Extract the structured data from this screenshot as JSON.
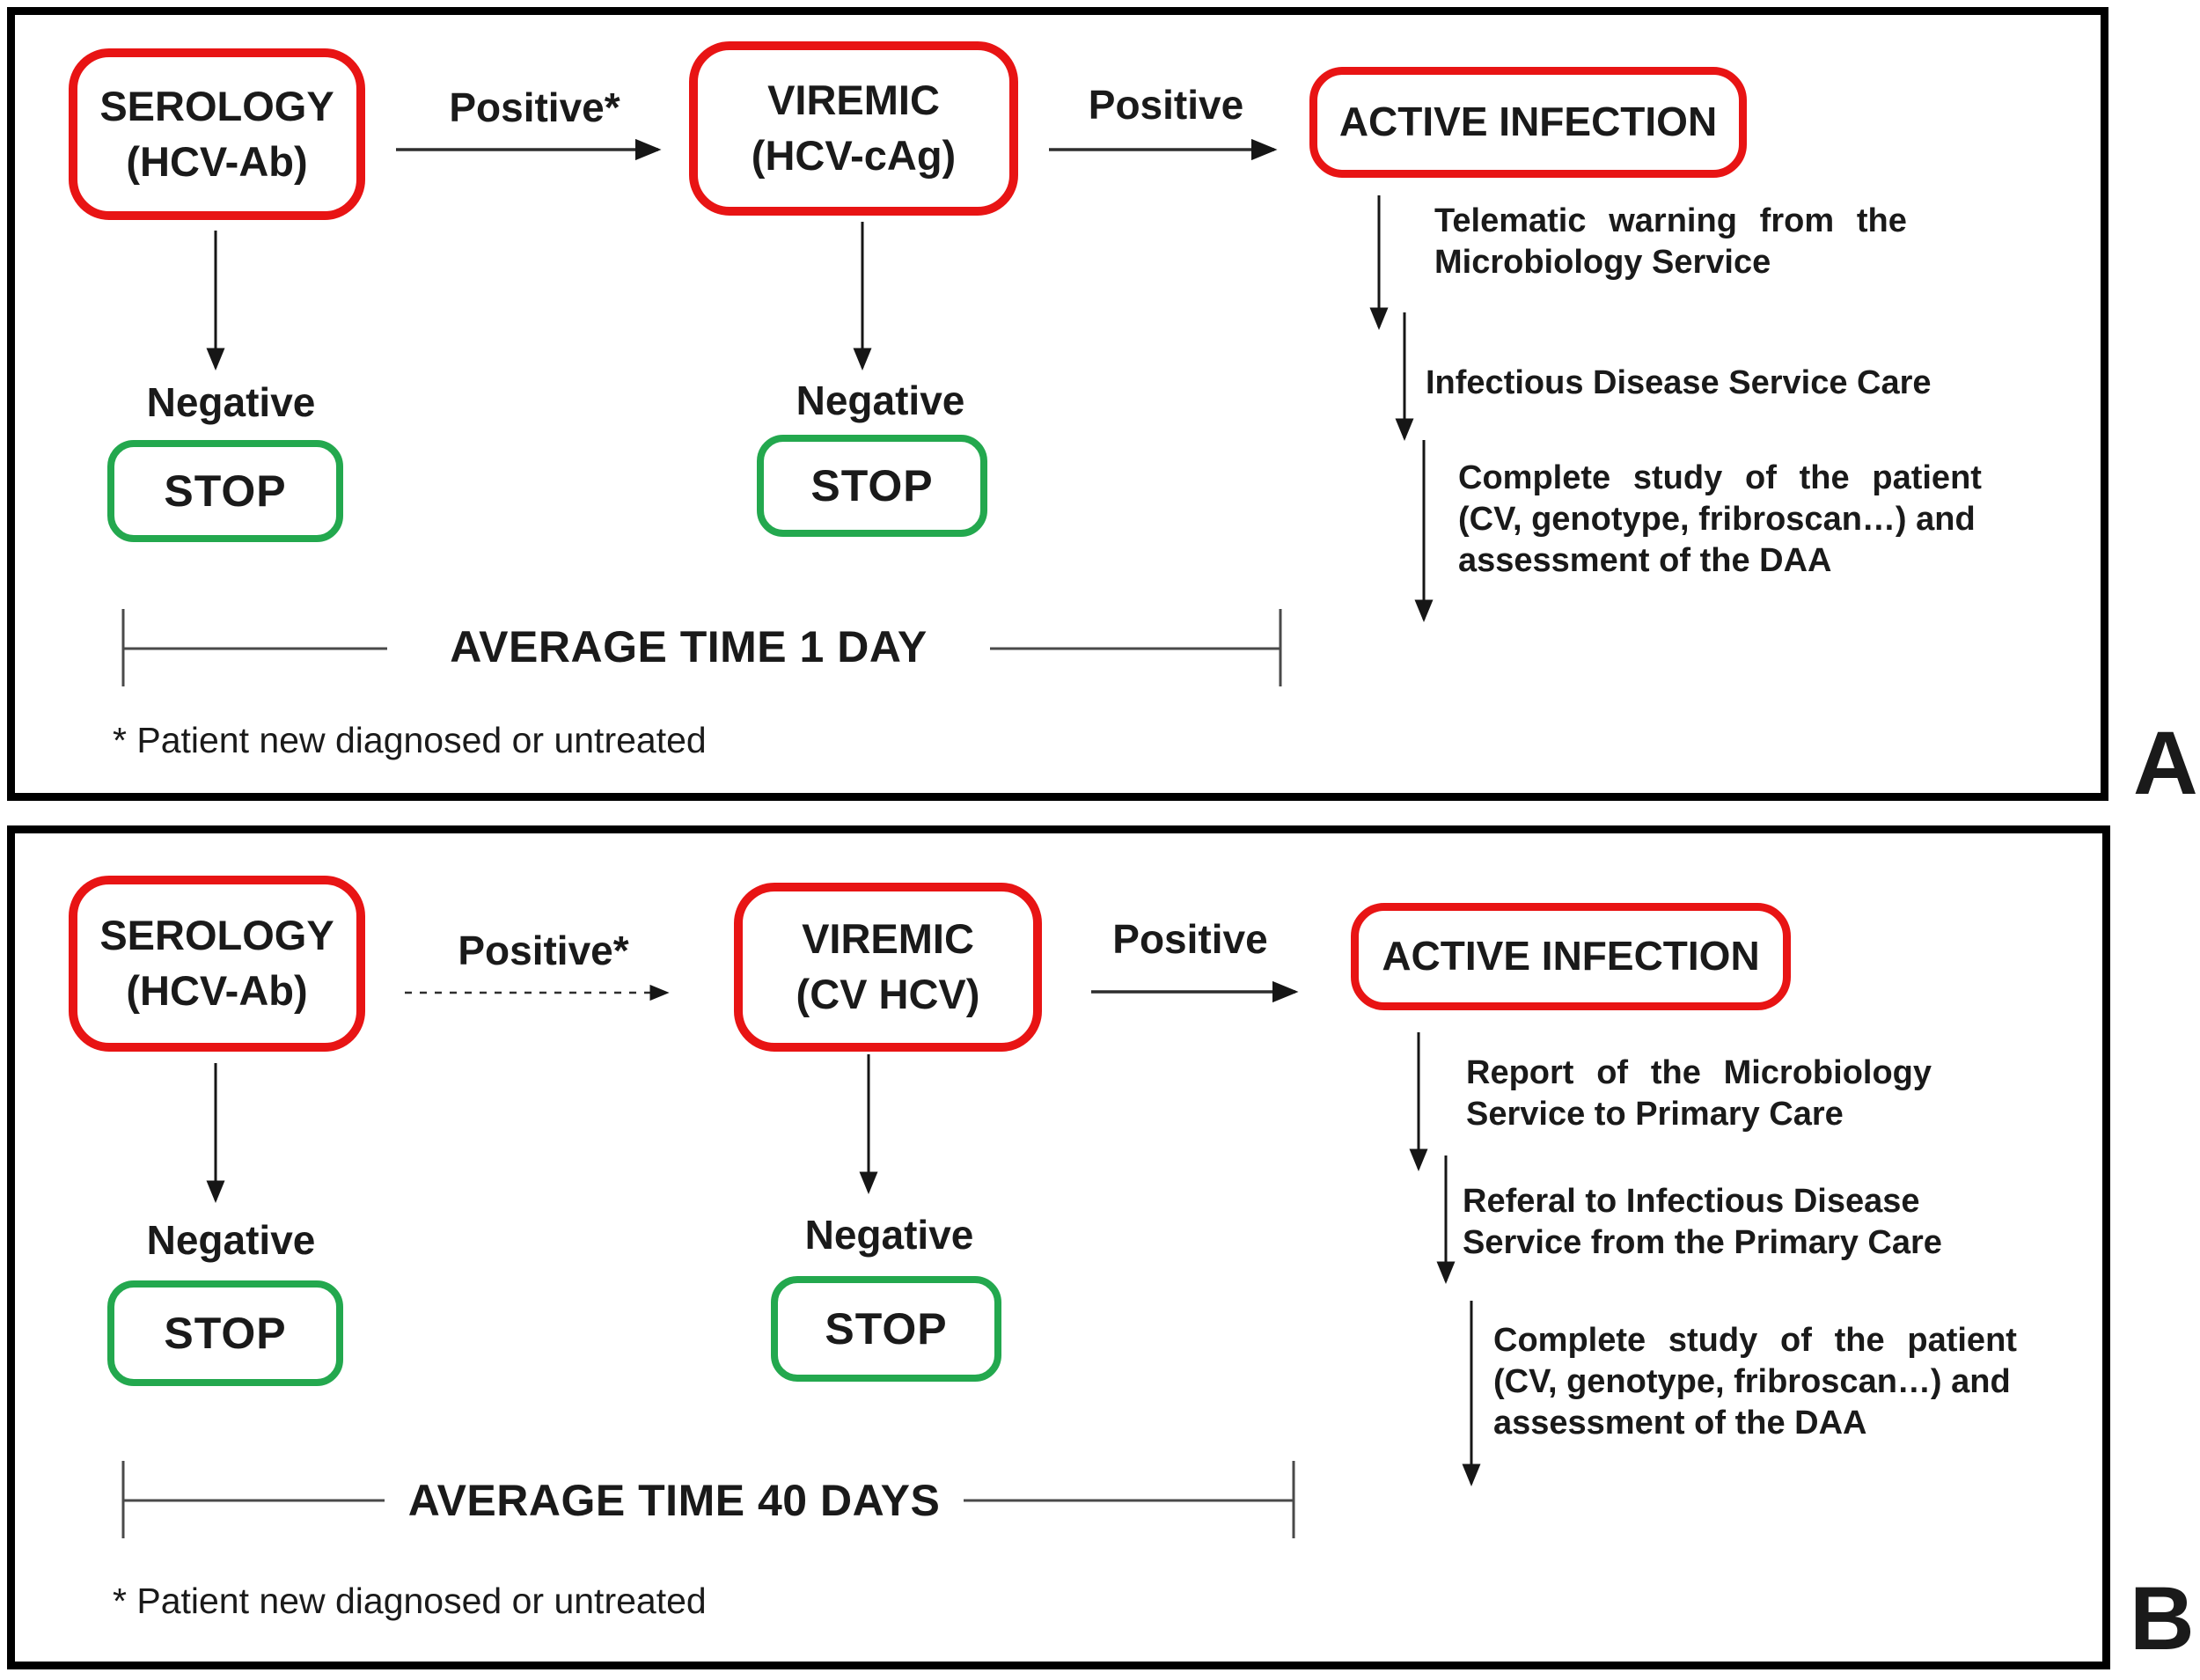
{
  "colors": {
    "node_border_red": "#e81414",
    "stop_border_green": "#23a84e",
    "text_black": "#1a1a1a"
  },
  "figure": {
    "panel_a": {
      "label": "A",
      "serology": {
        "lines": [
          "SEROLOGY",
          "(HCV-Ab)"
        ]
      },
      "positive_1": "Positive*",
      "viremic": {
        "lines": [
          "VIREMIC",
          "(HCV-cAg)"
        ]
      },
      "positive_2": "Positive",
      "active_infection": "ACTIVE INFECTION",
      "negative_1": "Negative",
      "stop_1": "STOP",
      "negative_2": "Negative",
      "stop_2": "STOP",
      "steps": [
        {
          "lines": [
            "Telematic warning from the",
            "Microbiology Service"
          ]
        },
        {
          "lines": [
            "Infectious Disease Service Care"
          ]
        },
        {
          "lines": [
            "Complete study of the patient",
            "(CV, genotype, fribroscan…) and",
            "assessment of the DAA"
          ]
        }
      ],
      "average_time": "AVERAGE TIME 1 DAY",
      "footnote": "* Patient new diagnosed or untreated"
    },
    "panel_b": {
      "label": "B",
      "serology": {
        "lines": [
          "SEROLOGY",
          "(HCV-Ab)"
        ]
      },
      "positive_1": "Positive*",
      "viremic": {
        "lines": [
          "VIREMIC",
          "(CV HCV)"
        ]
      },
      "positive_2": "Positive",
      "active_infection": "ACTIVE INFECTION",
      "negative_1": "Negative",
      "stop_1": "STOP",
      "negative_2": "Negative",
      "stop_2": "STOP",
      "steps": [
        {
          "lines": [
            "Report of the Microbiology",
            "Service to Primary Care"
          ]
        },
        {
          "lines": [
            "Referal to Infectious Disease",
            "Service from the Primary Care"
          ]
        },
        {
          "lines": [
            "Complete study of the patient",
            "(CV, genotype, fribroscan…) and",
            "assessment of the DAA"
          ]
        }
      ],
      "average_time": "AVERAGE TIME 40 DAYS",
      "footnote": "* Patient new diagnosed or untreated"
    }
  }
}
